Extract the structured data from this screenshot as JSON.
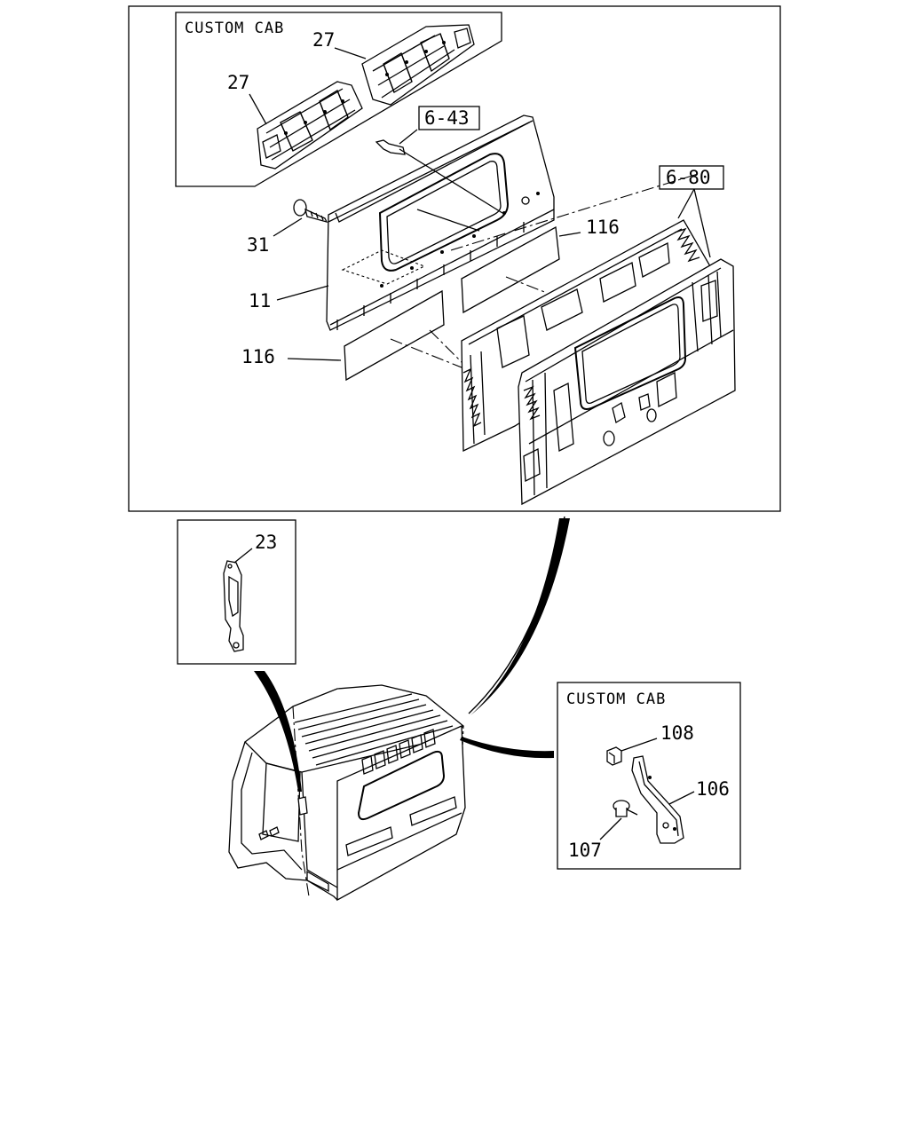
{
  "insets": {
    "top_custom_cab_label": "CUSTOM CAB",
    "bottom_custom_cab_label": "CUSTOM CAB"
  },
  "callouts": {
    "part_27_upper": "27",
    "part_27_lower": "27",
    "ref_6_43": "6-43",
    "ref_6_80": "6-80",
    "part_31": "31",
    "part_11": "11",
    "part_116_upper": "116",
    "part_116_lower": "116",
    "part_23": "23",
    "part_108": "108",
    "part_106": "106",
    "part_107": "107"
  }
}
